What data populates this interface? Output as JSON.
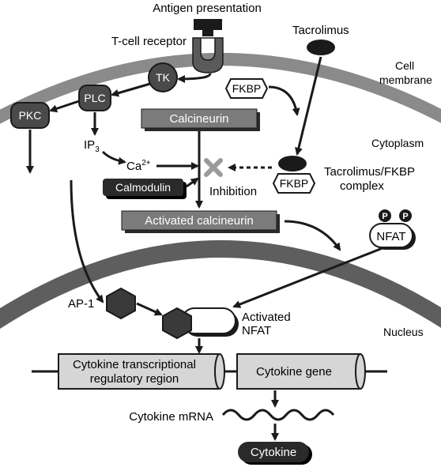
{
  "labels": {
    "antigen_presentation": "Antigen presentation",
    "t_cell_receptor": "T-cell receptor",
    "tacrolimus": "Tacrolimus",
    "cell_membrane_line1": "Cell",
    "cell_membrane_line2": "membrane",
    "cytoplasm": "Cytoplasm",
    "nucleus": "Nucleus",
    "tk": "TK",
    "plc": "PLC",
    "pkc": "PKC",
    "fkbp": "FKBP",
    "fkbp_complex": "FKBP",
    "complex_line1": "Tacrolimus/FKBP",
    "complex_line2": "complex",
    "calcineurin": "Calcineurin",
    "ip3_main": "IP",
    "ip3_sub": "3",
    "ca_main": "Ca",
    "ca_sup": "2+",
    "calmodulin": "Calmodulin",
    "inhibition": "Inhibition",
    "activated_calcineurin": "Activated calcineurin",
    "nfat": "NFAT",
    "phospho": "P",
    "ap1": "AP-1",
    "activated_nfat_line1": "Activated",
    "activated_nfat_line2": "NFAT",
    "transcriptional_line1": "Cytokine transcriptional",
    "transcriptional_line2": "regulatory region",
    "cytokine_gene": "Cytokine gene",
    "cytokine_mrna": "Cytokine mRNA",
    "cytokine": "Cytokine"
  },
  "colors": {
    "membrane": "#8a8a8a",
    "nuclear_envelope": "#5e5e5e",
    "dark_node": "#4a4a4a",
    "grey_box": "#7b7b7b",
    "gene_box": "#d6d6d6",
    "inhibition_x": "#9a9a9a",
    "black": "#1a1a1a"
  }
}
